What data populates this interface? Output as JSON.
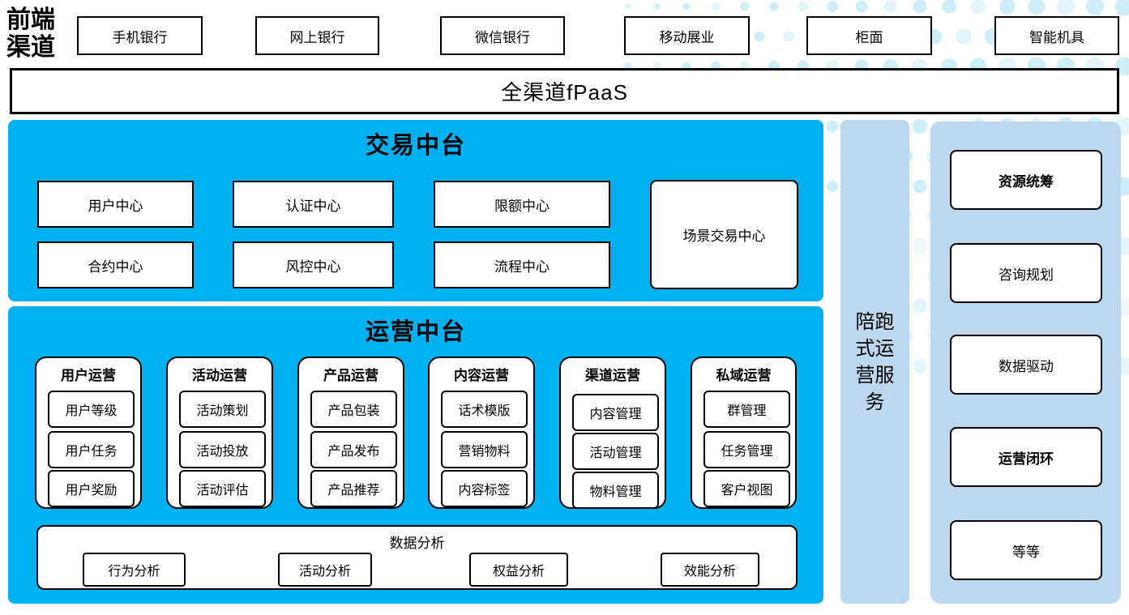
{
  "front_channels": {
    "label": "前端渠道",
    "items": [
      "手机银行",
      "网上银行",
      "微信银行",
      "移动展业",
      "柜面",
      "智能机具"
    ]
  },
  "fpaas": {
    "label": "全渠道fPaaS"
  },
  "trade_platform": {
    "title": "交易中台",
    "row1": [
      "用户中心",
      "认证中心",
      "限额中心"
    ],
    "row2": [
      "合约中心",
      "风控中心",
      "流程中心"
    ],
    "tall_box": "场景交易中心"
  },
  "ops_platform": {
    "title": "运营中台",
    "columns": [
      {
        "header": "用户运营",
        "items": [
          "用户等级",
          "用户任务",
          "用户奖励"
        ]
      },
      {
        "header": "活动运营",
        "items": [
          "活动策划",
          "活动投放",
          "活动评估"
        ]
      },
      {
        "header": "产品运营",
        "items": [
          "产品包装",
          "产品发布",
          "产品推荐"
        ]
      },
      {
        "header": "内容运营",
        "items": [
          "话术模版",
          "营销物料",
          "内容标签"
        ]
      },
      {
        "header": "渠道运营",
        "items": [
          "内容管理",
          "活动管理",
          "物料管理"
        ]
      },
      {
        "header": "私域运营",
        "items": [
          "群管理",
          "任务管理",
          "客户视图"
        ]
      }
    ],
    "data_analysis": {
      "title": "数据分析",
      "items": [
        "行为分析",
        "活动分析",
        "权益分析",
        "效能分析"
      ]
    }
  },
  "side_bar": {
    "label": "陪跑式运营服务"
  },
  "right_panel": {
    "items": [
      {
        "label": "资源统筹",
        "bold": true
      },
      {
        "label": "咨询规划",
        "bold": false
      },
      {
        "label": "数据驱动",
        "bold": false
      },
      {
        "label": "运营闭环",
        "bold": true
      },
      {
        "label": "等等",
        "bold": false
      }
    ]
  },
  "colors": {
    "accent_blue": "#00b0f0",
    "light_blue": "#bdd7ee",
    "dot_color": "#c9ecf8",
    "dot_color_light": "#def4fb",
    "box_border": "#000000"
  }
}
